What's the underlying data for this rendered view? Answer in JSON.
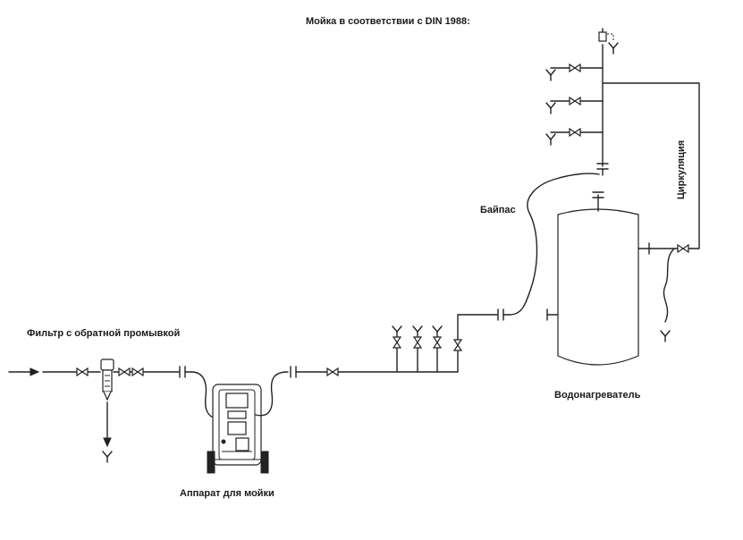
{
  "title": "Мойка в соответствии с DIN 1988:",
  "labels": {
    "filter": "Фильтр с обратной промывкой",
    "washer": "Аппарат для мойки",
    "bypass": "Байпас",
    "heater": "Водонагреватель",
    "circulation": "Циркуляция"
  }
}
